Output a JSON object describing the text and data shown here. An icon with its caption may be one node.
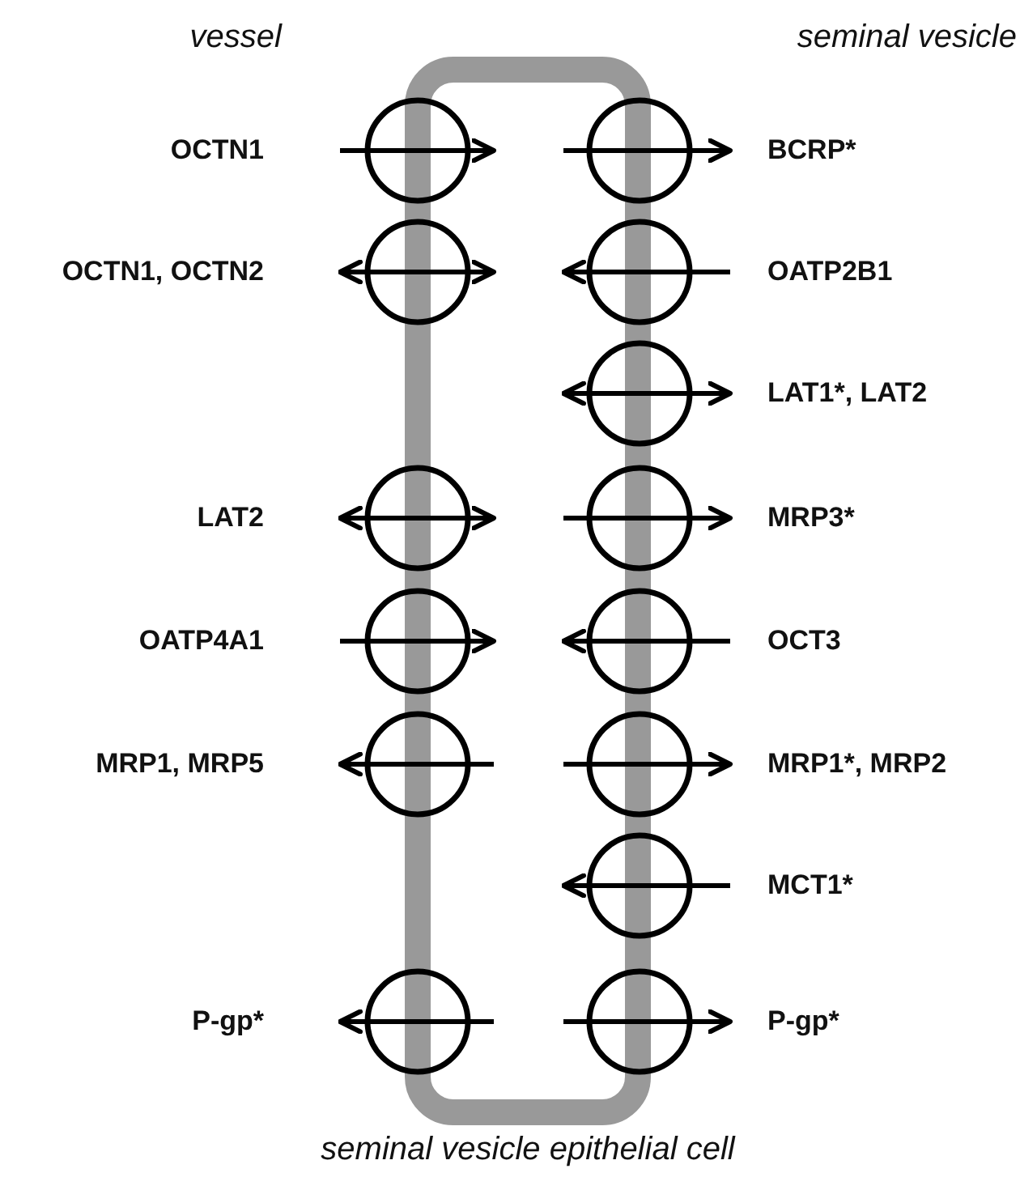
{
  "diagram": {
    "nodes": [
      {
        "text": [
          "seminal vesicle epithelial cell"
        ]
      },
      {
        "text": [],
        "shape": "circle",
        "beside": [
          "OCTN1"
        ]
      },
      {
        "text": [],
        "shape": "circle",
        "beside": [
          "BCRP*"
        ]
      },
      {
        "text": [],
        "shape": "circle",
        "beside": [
          "OCTN1, OCTN2"
        ]
      },
      {
        "text": [],
        "shape": "circle",
        "beside": [
          "OATP2B1"
        ]
      },
      {
        "text": [],
        "shape": "circle",
        "beside": [
          "LAT1*, LAT2"
        ]
      },
      {
        "text": [],
        "shape": "circle",
        "beside": [
          "LAT2"
        ]
      },
      {
        "text": [],
        "shape": "circle",
        "beside": [
          "MRP3*"
        ]
      },
      {
        "text": [],
        "shape": "circle",
        "beside": [
          "OATP4A1"
        ]
      },
      {
        "text": [],
        "shape": "circle",
        "beside": [
          "OCT3"
        ]
      },
      {
        "text": [],
        "shape": "circle",
        "beside": [
          "MRP1, MRP5"
        ]
      },
      {
        "text": [],
        "shape": "circle",
        "beside": [
          "MRP1*, MRP2"
        ]
      },
      {
        "text": [],
        "shape": "circle",
        "beside": [
          "MCT1*"
        ]
      },
      {
        "text": [],
        "shape": "circle",
        "beside": [
          "P-gp*"
        ]
      },
      {
        "text": [],
        "shape": "circle",
        "beside": [
          "P-gp*"
        ]
      }
    ],
    "edges": [
      {
        "from": null,
        "to": 1,
        "arrow": "to"
      },
      {
        "from": 0,
        "to": 2,
        "arrow": "to"
      },
      {
        "from": 3,
        "to": 0,
        "arrow": "both"
      },
      {
        "from": null,
        "to": 4,
        "arrow": "to"
      },
      {
        "from": 5,
        "to": 0,
        "arrow": "both"
      },
      {
        "from": 6,
        "to": 0,
        "arrow": "both"
      },
      {
        "from": 0,
        "to": 7,
        "arrow": "to"
      },
      {
        "from": null,
        "to": 8,
        "arrow": "to"
      },
      {
        "from": null,
        "to": 9,
        "arrow": "to"
      },
      {
        "from": 0,
        "to": 10,
        "arrow": "to"
      },
      {
        "from": 0,
        "to": 11,
        "arrow": "to"
      },
      {
        "from": null,
        "to": 12,
        "arrow": "to"
      },
      {
        "from": 0,
        "to": 13,
        "arrow": "to"
      },
      {
        "from": 0,
        "to": 14,
        "arrow": "to"
      }
    ],
    "labels": [
      "vessel",
      "seminal vesicle"
    ]
  }
}
